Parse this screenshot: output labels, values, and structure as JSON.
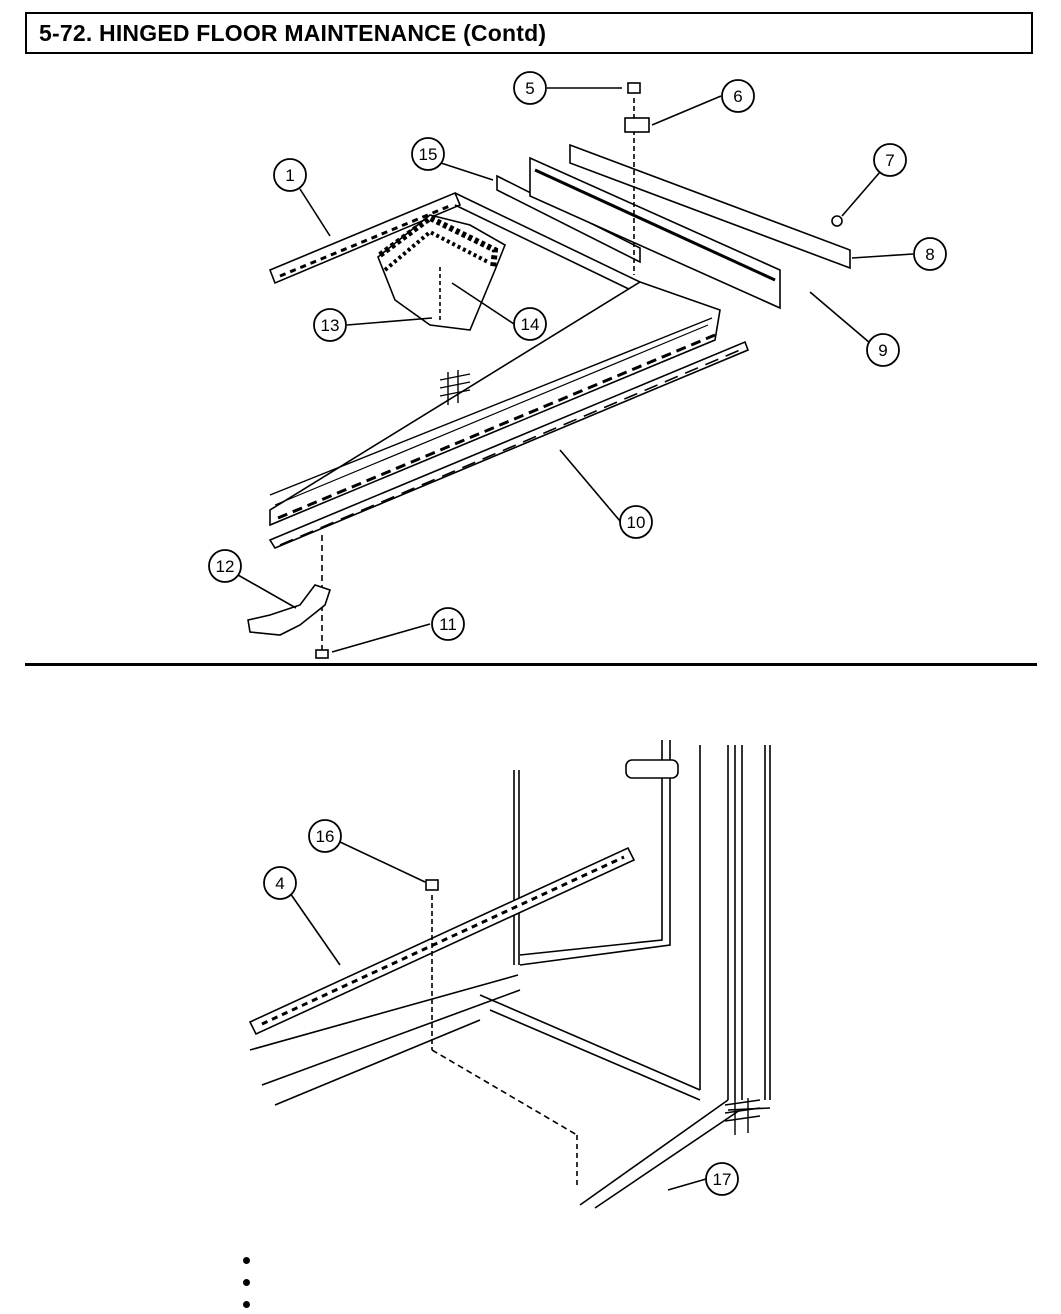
{
  "header": {
    "title": "5-72.  HINGED FLOOR MAINTENANCE (Contd)"
  },
  "figure_top": {
    "callouts": [
      "5",
      "6",
      "15",
      "7",
      "1",
      "8",
      "14",
      "13",
      "9",
      "10",
      "12",
      "11"
    ]
  },
  "figure_bottom": {
    "callouts": [
      "16",
      "4",
      "17"
    ]
  },
  "bullets": [
    "",
    "",
    ""
  ]
}
